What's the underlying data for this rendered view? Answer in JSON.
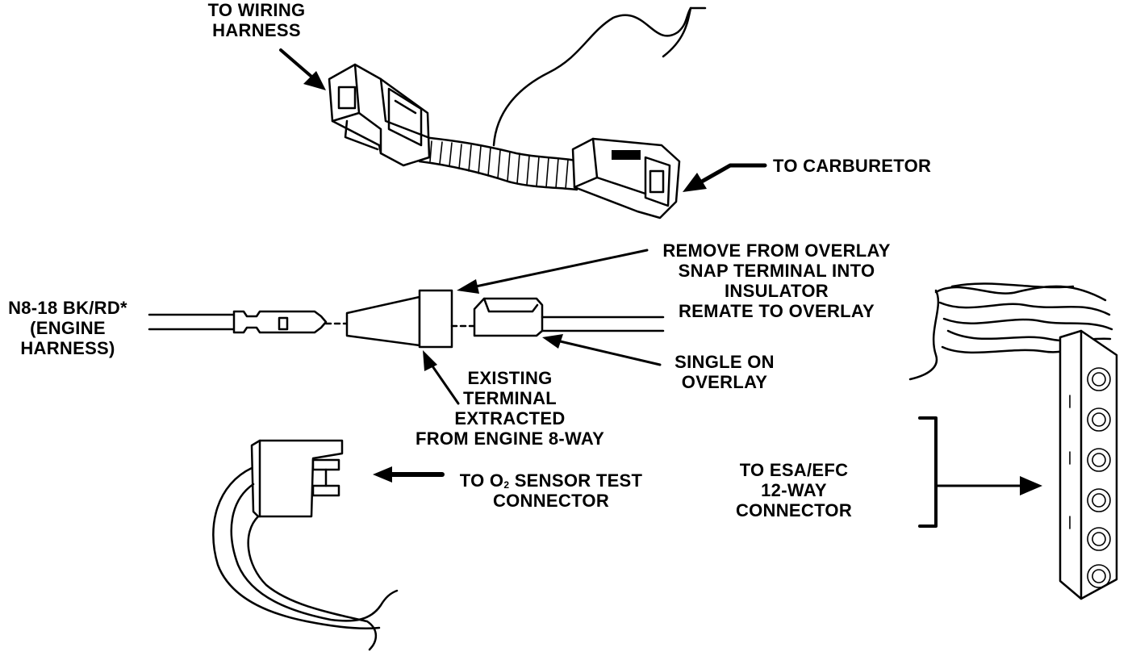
{
  "labels": {
    "to_wiring_harness": [
      "TO WIRING",
      "HARNESS"
    ],
    "to_carburetor": "TO CARBURETOR",
    "remove_overlay": [
      "REMOVE FROM OVERLAY",
      "SNAP TERMINAL INTO",
      "INSULATOR",
      "REMATE TO OVERLAY"
    ],
    "engine_harness": [
      "N8-18 BK/RD*",
      "(ENGINE",
      "HARNESS)"
    ],
    "single_on_overlay": [
      "SINGLE ON",
      "OVERLAY"
    ],
    "existing_terminal": [
      "EXISTING",
      "TERMINAL",
      "EXTRACTED",
      "FROM ENGINE 8-WAY"
    ],
    "o2_sensor_prefix": "TO O",
    "o2_sensor_sub": "2",
    "o2_sensor_suffix": " SENSOR TEST",
    "o2_sensor_line2": "CONNECTOR",
    "esa_efc": [
      "TO ESA/EFC",
      "12-WAY",
      "CONNECTOR"
    ]
  },
  "colors": {
    "ink": "#000000",
    "paper": "#ffffff"
  },
  "icons": [
    "arrow-icon",
    "connector-icon",
    "terminal-icon",
    "wire-icon"
  ]
}
